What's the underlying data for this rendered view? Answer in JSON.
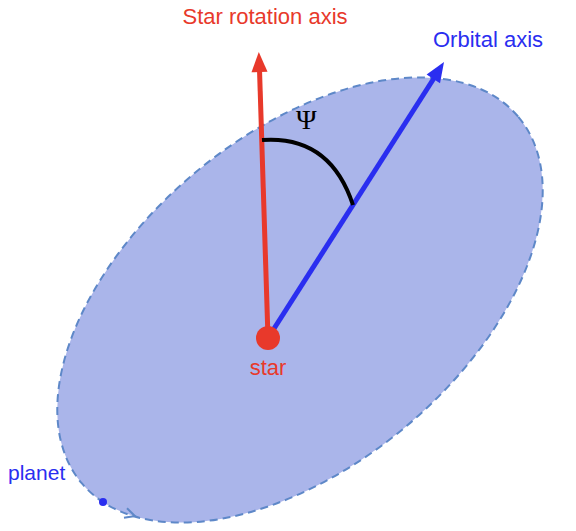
{
  "diagram": {
    "labels": [
      "Star rotation axis",
      "Orbital axis",
      "Ψ",
      "star",
      "planet"
    ]
  }
}
